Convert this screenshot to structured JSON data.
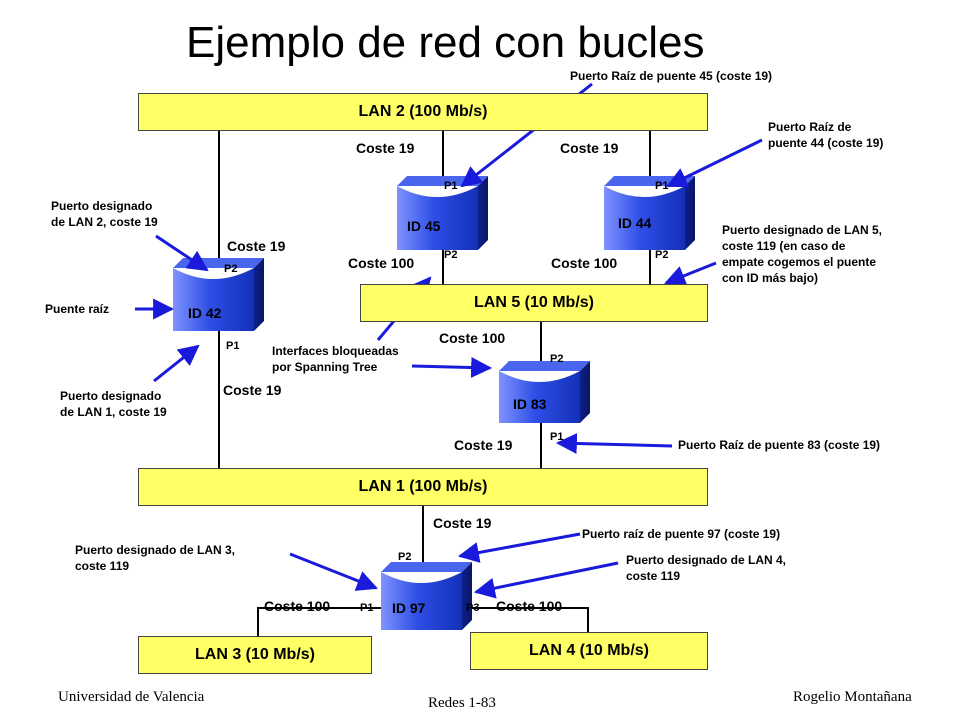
{
  "title": "Ejemplo de red con bucles",
  "lans": {
    "lan2": "LAN 2 (100 Mb/s)",
    "lan5": "LAN 5 (10 Mb/s)",
    "lan1": "LAN 1 (100 Mb/s)",
    "lan3": "LAN 3 (10 Mb/s)",
    "lan4": "LAN 4 (10 Mb/s)"
  },
  "bridges": {
    "b42": "ID 42",
    "b45": "ID 45",
    "b44": "ID 44",
    "b83": "ID 83",
    "b97": "ID 97"
  },
  "costs": {
    "c45_top": "Coste 19",
    "c44_top": "Coste 19",
    "c42_top": "Coste 19",
    "c45_bot": "Coste 100",
    "c44_bot": "Coste 100",
    "c83_top": "Coste 100",
    "c42_bot": "Coste 19",
    "c83_bot": "Coste 19",
    "c97_top": "Coste 19",
    "c97_left": "Coste 100",
    "c97_right": "Coste 100"
  },
  "ports": {
    "b45_p1": "P1",
    "b45_p2": "P2",
    "b44_p1": "P1",
    "b44_p2": "P2",
    "b42_p2": "P2",
    "b42_p1": "P1",
    "b83_p2": "P2",
    "b83_p1": "P1",
    "b97_p2": "P2",
    "b97_p1": "P1",
    "b97_p3": "P3"
  },
  "notes": {
    "root45": "Puerto Raíz de puente 45 (coste 19)",
    "root44_l1": "Puerto Raíz de",
    "root44_l2": "puente 44 (coste 19)",
    "desig_lan2_l1": "Puerto designado",
    "desig_lan2_l2": "de LAN 2, coste 19",
    "desig_lan5_l1": "Puerto designado de LAN 5,",
    "desig_lan5_l2": "coste 119 (en caso de",
    "desig_lan5_l3": "empate cogemos el puente",
    "desig_lan5_l4": "con ID más bajo)",
    "root_bridge": "Puente raíz",
    "blocked_l1": "Interfaces bloqueadas",
    "blocked_l2": "por Spanning Tree",
    "desig_lan1_l1": "Puerto designado",
    "desig_lan1_l2": "de LAN 1, coste 19",
    "root83": "Puerto Raíz de puente 83 (coste 19)",
    "root97": "Puerto raíz de puente 97 (coste 19)",
    "desig_lan3_l1": "Puerto designado de LAN 3,",
    "desig_lan3_l2": "coste 119",
    "desig_lan4_l1": "Puerto designado de LAN 4,",
    "desig_lan4_l2": "coste 119"
  },
  "footer": {
    "left": "Universidad de Valencia",
    "center": "Redes 1-83",
    "right": "Rogelio Montañana"
  },
  "colors": {
    "lan_fill": "#ffff66",
    "bridge_blue": "#1f3fcf",
    "arrow_blue": "#1a1adb"
  }
}
